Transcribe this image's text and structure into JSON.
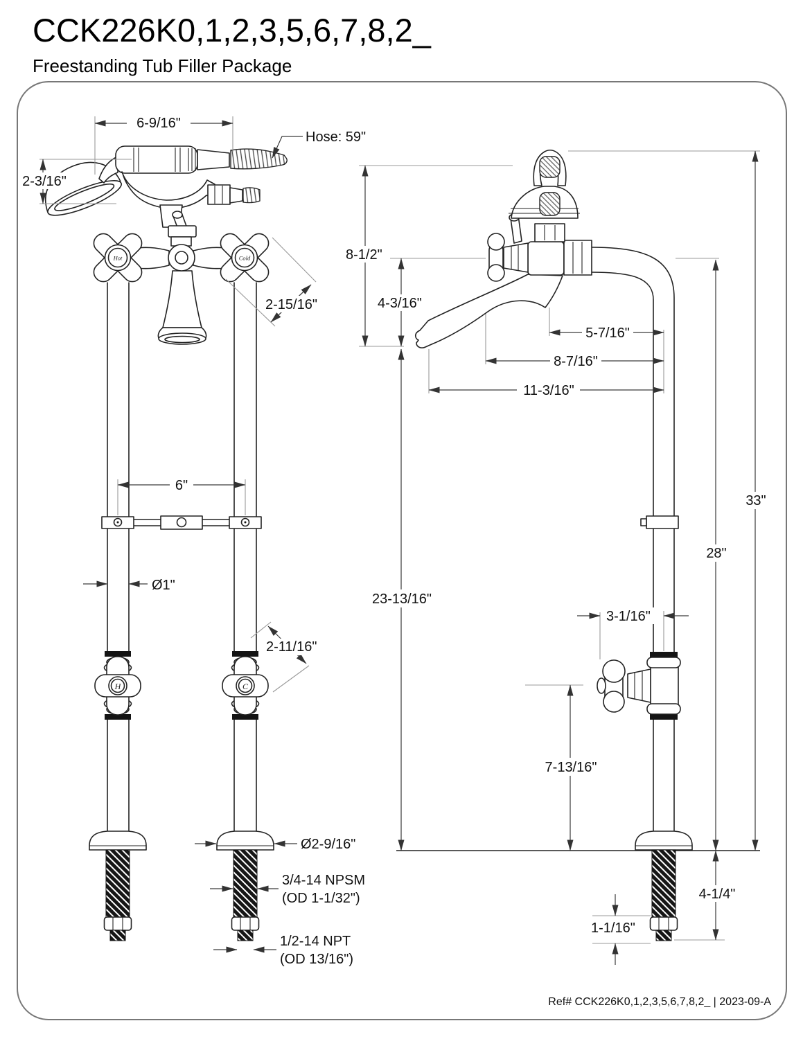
{
  "header": {
    "title": "CCK226K0,1,2,3,5,6,7,8,2_",
    "subtitle": "Freestanding Tub Filler Package"
  },
  "front_view": {
    "dim_spread": "6-9/16\"",
    "hose": "Hose: 59\"",
    "dim_head": "2-3/16\"",
    "dim_handle": "2-15/16\"",
    "handle_hot": "Hot",
    "handle_cold": "Cold",
    "dim_centers": "6\"",
    "dim_pipe": "Ø1\"",
    "valve_hot": "H",
    "valve_cold": "C",
    "dim_valve": "2-11/16\"",
    "dim_flange": "Ø2-9/16\"",
    "npsm_1": "3/4-14 NPSM",
    "npsm_2": "(OD 1-1/32\")",
    "npt_1": "1/2-14 NPT",
    "npt_2": "(OD 13/16\")"
  },
  "side_view": {
    "dim_overall_top": "8-1/2\"",
    "dim_spout_height": "4-3/16\"",
    "dim_reach_small": "5-7/16\"",
    "dim_reach_mid": "8-7/16\"",
    "dim_reach_full": "11-3/16\"",
    "dim_height_full": "33\"",
    "dim_height_pipe": "28\"",
    "dim_floor_spout": "23-13/16\"",
    "dim_valve_offset": "3-1/16\"",
    "dim_valve_height": "7-13/16\"",
    "dim_under_floor": "4-1/4\"",
    "dim_nut": "1-1/16\""
  },
  "footer": {
    "ref": "Ref# CCK226K0,1,2,3,5,6,7,8,2_ | 2023-09-A"
  }
}
